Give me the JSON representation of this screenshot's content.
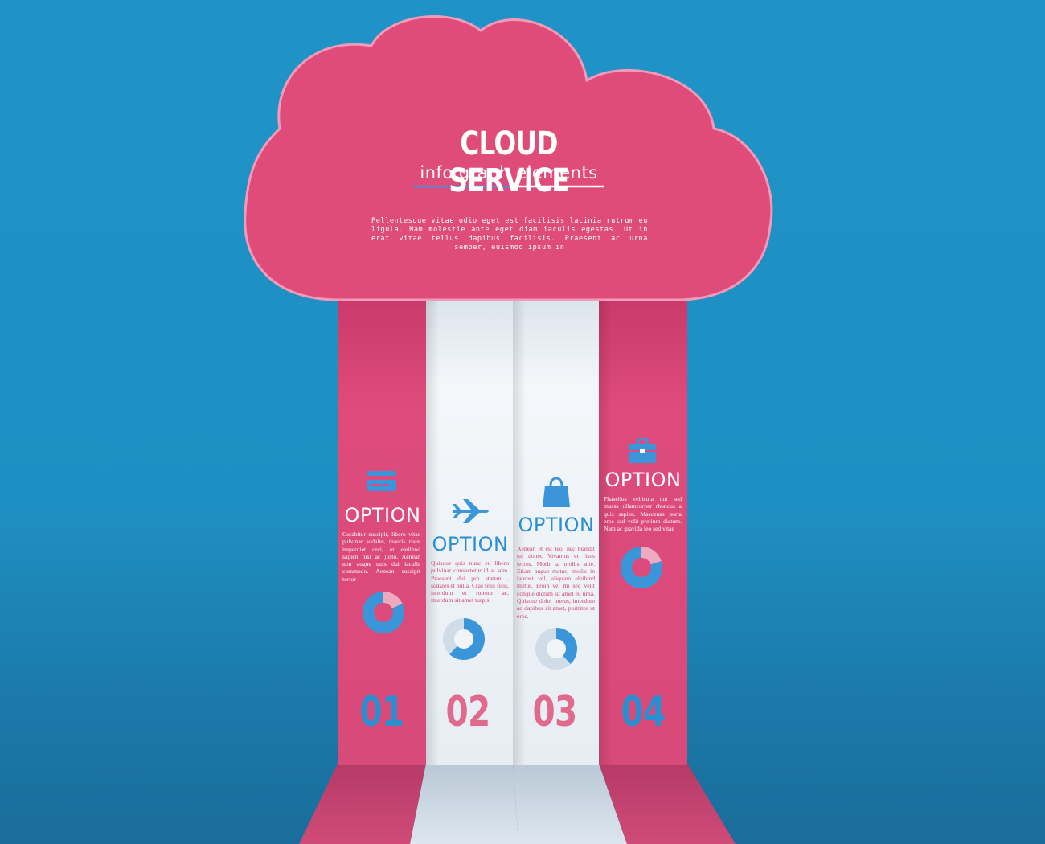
{
  "header": {
    "title": "CLOUD SERVICE",
    "subtitle": "info graph elements",
    "intro": "Pellentesque vitae odio eget est facilisis lacinia rutrum eu ligula. Nam molestie ante eget diam iaculis egestas. Ut in erat vitae tellus dapibus facilisis. Praesent ac urna semper, euismod ipsum in"
  },
  "colors": {
    "background": "#1f93c7",
    "cloud": "#e04c7a",
    "pink_strip": "#dc4b7b",
    "white_strip": "#eef3f7",
    "accent_blue": "#3a96d8",
    "accent_pink": "#e06a8c"
  },
  "options": [
    {
      "title": "OPTION",
      "number": "01",
      "icon": "credit-card-icon",
      "body": "Curabitur suscipit, libero vitae pulvinar sodales, mauris risus imperdiet orci, et eleifend sapien nisl ac justo. Aenean non augue quis dui iaculis commodo. Aenean suscipit tortor",
      "donut_fraction": 0.18
    },
    {
      "title": "OPTION",
      "number": "02",
      "icon": "airplane-icon",
      "body": "Quisque quis nunc eu libero pulvinar consectetur id at sem. Praesent dui pro statem , sodales et nulla. Cras felis felis, interdum et rutrum ac, interdum sit amet turpis.",
      "donut_fraction": 0.62
    },
    {
      "title": "OPTION",
      "number": "03",
      "icon": "shopping-bag-icon",
      "body": "Aenean et est leo, nec blandit mi donec Vivamus et risus lectus. Morbi at mollis ante. Etiam augue metus, mollis in laoreet vel, aliquam eleifend metus. Proin vel mi sed velit congue dictum sit amet eu urna. Quisque dolor metus, interdum ac dapibus sit amet, porttitor ut eros.",
      "donut_fraction": 0.38
    },
    {
      "title": "OPTION",
      "number": "04",
      "icon": "briefcase-icon",
      "body": "Phasellus vehicula dui sed massa ullamcorper rhoncus a quis sapien. Maecenas porta eros sed velit pretium dictum. Nam ac gravida leo sed vitae",
      "donut_fraction": 0.2
    }
  ]
}
